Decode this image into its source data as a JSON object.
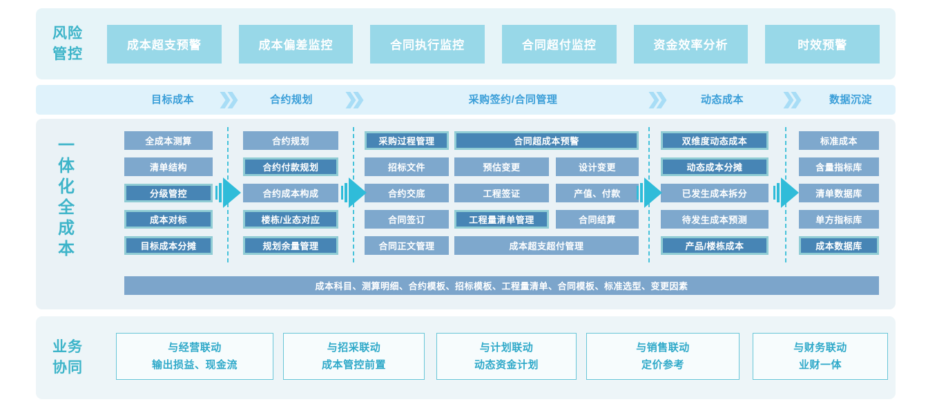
{
  "risk": {
    "title_lines": [
      "风险",
      "管控"
    ],
    "buttons": [
      "成本超支预警",
      "成本偏差监控",
      "合同执行监控",
      "合同超付监控",
      "资金效率分析",
      "时效预警"
    ]
  },
  "stages": {
    "items": [
      "目标成本",
      "合约规划",
      "采购签约/合同管理",
      "动态成本",
      "数据沉淀"
    ]
  },
  "integrated": {
    "title_chars": [
      "一",
      "体",
      "化",
      "全",
      "成",
      "本"
    ],
    "stage1": [
      {
        "label": "全成本测算",
        "highlighted": false
      },
      {
        "label": "清单结构",
        "highlighted": false
      },
      {
        "label": "分级管控",
        "highlighted": true
      },
      {
        "label": "成本对标",
        "highlighted": true
      },
      {
        "label": "目标成本分摊",
        "highlighted": true
      }
    ],
    "stage2": [
      {
        "label": "合约规划",
        "highlighted": false
      },
      {
        "label": "合约付款规划",
        "highlighted": true
      },
      {
        "label": "合约成本构成",
        "highlighted": false
      },
      {
        "label": "楼栋/业态对应",
        "highlighted": true
      },
      {
        "label": "规划余量管理",
        "highlighted": true
      }
    ],
    "stage3": {
      "row1": [
        {
          "label": "采购过程管理",
          "highlighted": true
        },
        {
          "label": "合同超成本预警",
          "highlighted": true
        }
      ],
      "row2": [
        {
          "label": "招标文件",
          "highlighted": false
        },
        {
          "label": "预估变更",
          "highlighted": false
        },
        {
          "label": "设计变更",
          "highlighted": false
        }
      ],
      "row3": [
        {
          "label": "合约交底",
          "highlighted": false
        },
        {
          "label": "工程签证",
          "highlighted": false
        },
        {
          "label": "产值、付款",
          "highlighted": false
        }
      ],
      "row4": [
        {
          "label": "合同签订",
          "highlighted": false
        },
        {
          "label": "工程量清单管理",
          "highlighted": true
        },
        {
          "label": "合同结算",
          "highlighted": false
        }
      ],
      "row5": [
        {
          "label": "合同正文管理",
          "highlighted": false
        },
        {
          "label": "成本超支超付管理",
          "highlighted": false
        }
      ]
    },
    "stage4": [
      {
        "label": "双维度动态成本",
        "highlighted": true
      },
      {
        "label": "动态成本分摊",
        "highlighted": true
      },
      {
        "label": "已发生成本拆分",
        "highlighted": false
      },
      {
        "label": "待发生成本预测",
        "highlighted": false
      },
      {
        "label": "产品/楼栋成本",
        "highlighted": true
      }
    ],
    "stage5": [
      {
        "label": "标准成本",
        "highlighted": false
      },
      {
        "label": "含量指标库",
        "highlighted": false
      },
      {
        "label": "清单数据库",
        "highlighted": false
      },
      {
        "label": "单方指标库",
        "highlighted": false
      },
      {
        "label": "成本数据库",
        "highlighted": true
      }
    ],
    "base_bar": "成本科目、测算明细、合约模板、招标模板、工程量清单、合同模板、标准选型、变更因素"
  },
  "collab": {
    "title_lines": [
      "业务",
      "协同"
    ],
    "boxes": [
      {
        "line1": "与经营联动",
        "line2": "输出损益、现金流"
      },
      {
        "line1": "与招采联动",
        "line2": "成本管控前置"
      },
      {
        "line1": "与计划联动",
        "line2": "动态资金计划"
      },
      {
        "line1": "与销售联动",
        "line2": "定价参考"
      },
      {
        "line1": "与财务联动",
        "line2": "业财一体"
      }
    ]
  },
  "colors": {
    "accent_teal": "#3db4c9",
    "risk_button": "#98d8e8",
    "stage_text": "#3a9ed8",
    "chevron": "#a8ddf6",
    "box_plain": "#7ea8cd",
    "box_highlight_fill": "#4785b5",
    "box_highlight_border": "#8fccd4",
    "flow_arrow": "#2fbcd9",
    "divider_dash": "#45c2da",
    "collab_border": "#67c5d7"
  }
}
